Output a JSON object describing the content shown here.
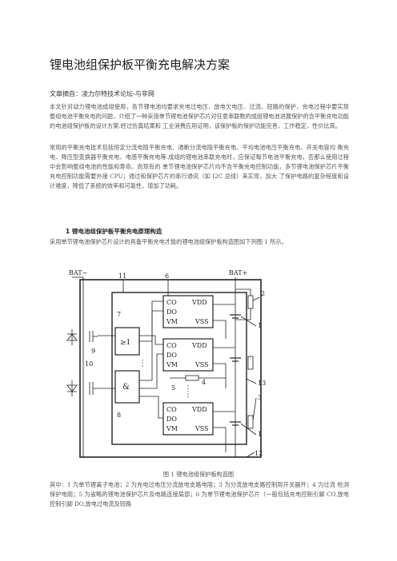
{
  "document": {
    "title": "锂电池组保护板平衡充电解决方案",
    "source_line": "文章摘自：凌力尔特技术论坛-与非网",
    "paragraphs": [
      "本文针对动力锂电池成组使用，各节锂电池均要求充电过电压、放电欠电压、过流、短路的保护，充电过程中要实现 整组电池平衡充电的问题，介绍了一种采用单节锂电池保护芯片对任意串联数的成组锂电池进展保护的含平衡充电功能的电池组保护板的设计方案.经过仿真结果和 工业消费应用证明，该保护板的保护功能完善，工作稳定，性价比高。",
      "常用的平衡充电技术包括恒定分流电阻平衡充电、通断分流电阻平衡充电、平均电池电压平衡充电、开关电容均 衡充电、降压型变换器平衡充电、电感平衡充电等.成组的锂电池串联充电时，应保证每节电池平衡充电，否那么使用过程中会影响整组电池的性能和寿命。而现有的 单节锂电池保护芯片均不含平衡充电控制功能，多节锂电池保护芯片平衡充电控制功能需要外接 CPU；通过和保护芯片的串行通讯（如 I2C 总线）来实现，加大 了保护电路的复杂程度和设计难度，降低了系统的效率和可靠性，增加了功耗。"
    ],
    "section_heading": "1  锂电池组保护板平衡充电原理构造",
    "section_paragraph": "采用单节锂电池保护芯片设计的具备平衡充电才能的锂电池组保护板构造图如下列图 1 所示。",
    "figure_caption": "图 1 锂电池组保护板构造图",
    "explanation": "其中：1 为单节锂离子电池；2 为充电过电压分流放电支路电阻；3 为分流放电支路控制用开关器件；4 为过流 检测保护电阻；5 为省略的锂电池保护芯片及电路连接局部；6 为单节锂电池保护芯片（一般包括充电控制引脚 CO,放电控制引脚 DO,放电过电流及短路"
  },
  "figure": {
    "labels": {
      "bat_minus": "BAT−",
      "bat_plus": "BAT+",
      "or_gate": "≥1",
      "and_gate": "&",
      "pin_co": "CO",
      "pin_do": "DO",
      "pin_vm": "VM",
      "pin_vdd": "VDD",
      "pin_vss": "VSS",
      "n1": "1",
      "n2": "2",
      "n3": "3",
      "n4": "4",
      "n5": "5",
      "n6": "6",
      "n7": "7",
      "n8": "8",
      "n9": "9",
      "n10": "10",
      "n11": "11",
      "n12": "12",
      "n13": "13"
    }
  }
}
